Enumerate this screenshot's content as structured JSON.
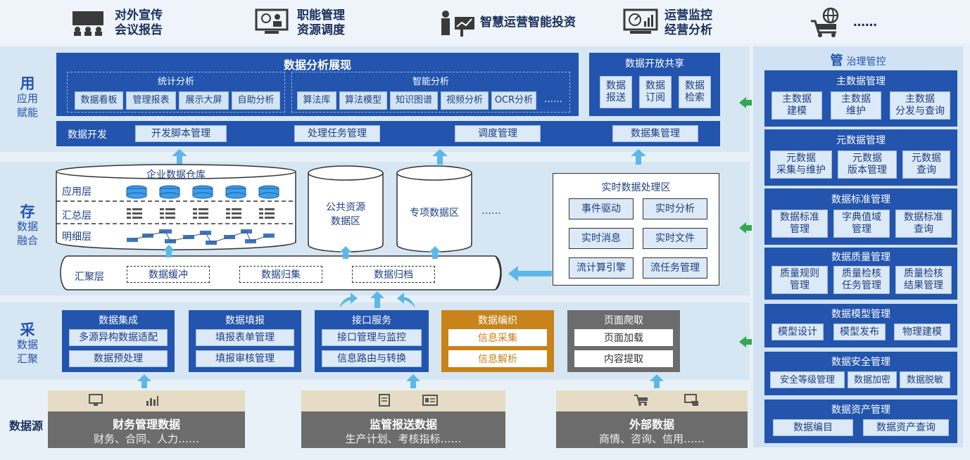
{
  "top_bar": [
    {
      "icon": "meeting-icon",
      "line1": "对外宣传",
      "line2": "会议报告"
    },
    {
      "icon": "monitor-admin-icon",
      "line1": "职能管理",
      "line2": "资源调度"
    },
    {
      "icon": "decision-icon",
      "line1": "智慧运营智能投资",
      "line2": ""
    },
    {
      "icon": "dashboard-icon",
      "line1": "运营监控",
      "line2": "经营分析"
    },
    {
      "icon": "cart-globe-icon",
      "line1": "……",
      "line2": ""
    }
  ],
  "layers": {
    "use": {
      "big": "用",
      "l1": "应用",
      "l2": "赋能"
    },
    "store": {
      "big": "存",
      "l1": "数据",
      "l2": "融合"
    },
    "collect": {
      "big": "采",
      "l1": "数据",
      "l2": "汇聚"
    },
    "source": "数据源"
  },
  "analysis": {
    "title": "数据分析展现",
    "stat_title": "统计分析",
    "stat_items": [
      "数据看板",
      "管理报表",
      "展示大屏",
      "自助分析"
    ],
    "ai_title": "智能分析",
    "ai_items": [
      "算法库",
      "算法模型",
      "知识图谱",
      "视频分析",
      "OCR分析"
    ],
    "ai_more": "……"
  },
  "sharing": {
    "title": "数据开放共享",
    "items": [
      [
        "数据",
        "报送"
      ],
      [
        "数据",
        "订阅"
      ],
      [
        "数据",
        "检索"
      ]
    ]
  },
  "dev": {
    "label": "数据开发",
    "items": [
      "开发脚本管理",
      "处理任务管理",
      "调度管理",
      "数据集管理"
    ]
  },
  "warehouse": {
    "title": "企业数据仓库",
    "layers": [
      "应用层",
      "汇总层",
      "明细层"
    ],
    "public": [
      "公共资源",
      "数据区"
    ],
    "special": "专项数据区",
    "more": "……"
  },
  "realtime": {
    "title": "实时数据处理区",
    "items": [
      "事件驱动",
      "实时分析",
      "实时消息",
      "实时文件",
      "流计算引擎",
      "流任务管理"
    ]
  },
  "convergence": {
    "label": "汇聚层",
    "items": [
      "数据缓冲",
      "数据归集",
      "数据归档"
    ]
  },
  "collect_modules": [
    {
      "title": "数据集成",
      "items": [
        "多源异构数据适配",
        "数据预处理"
      ],
      "theme": "blue"
    },
    {
      "title": "数据填报",
      "items": [
        "填报表单管理",
        "填报审核管理"
      ],
      "theme": "blue"
    },
    {
      "title": "接口服务",
      "items": [
        "接口管理与监控",
        "信息路由与转换"
      ],
      "theme": "blue"
    },
    {
      "title": "数据编织",
      "items": [
        "信息采集",
        "信息解析"
      ],
      "theme": "orange"
    },
    {
      "title": "页面爬取",
      "items": [
        "页面加载",
        "内容提取"
      ],
      "theme": "grey"
    }
  ],
  "sources": [
    {
      "title": "财务管理数据",
      "sub": "财务、合同、人力……"
    },
    {
      "title": "监管报送数据",
      "sub": "生产计划、考核指标……"
    },
    {
      "title": "外部数据",
      "sub": "商情、咨询、信用……"
    }
  ],
  "governance": {
    "title_big": "管",
    "title_small": "治理管控",
    "groups": [
      {
        "title": "主数据管理",
        "items": [
          [
            "主数据",
            "建模"
          ],
          [
            "主数据",
            "维护"
          ],
          [
            "主数据",
            "分发与查询"
          ]
        ]
      },
      {
        "title": "元数据管理",
        "items": [
          [
            "元数据",
            "采集与维护"
          ],
          [
            "元数据",
            "版本管理"
          ],
          [
            "元数据",
            "查询"
          ]
        ]
      },
      {
        "title": "数据标准管理",
        "items": [
          [
            "数据标准",
            "管理"
          ],
          [
            "字典值域",
            "管理"
          ],
          [
            "数据标准",
            "查询"
          ]
        ]
      },
      {
        "title": "数据质量管理",
        "items": [
          [
            "质量规则",
            "管理"
          ],
          [
            "质量检核",
            "任务管理"
          ],
          [
            "质量检核",
            "结果管理"
          ]
        ]
      },
      {
        "title": "数据模型管理",
        "items": [
          [
            "模型设计"
          ],
          [
            "模型发布"
          ],
          [
            "物理建模"
          ]
        ]
      },
      {
        "title": "数据安全管理",
        "items": [
          [
            "安全等级管理"
          ],
          [
            "数据加密"
          ],
          [
            "数据脱敏"
          ]
        ]
      },
      {
        "title": "数据资产管理",
        "items": [
          [
            "数据编目"
          ],
          [
            "数据资产查询"
          ]
        ]
      }
    ]
  },
  "colors": {
    "primary": "#2354ae",
    "light": "#d3e4f5",
    "orange": "#c8831a",
    "grey": "#6c6c6c",
    "arrow": "#5bb8e8",
    "green": "#2faa4f"
  }
}
